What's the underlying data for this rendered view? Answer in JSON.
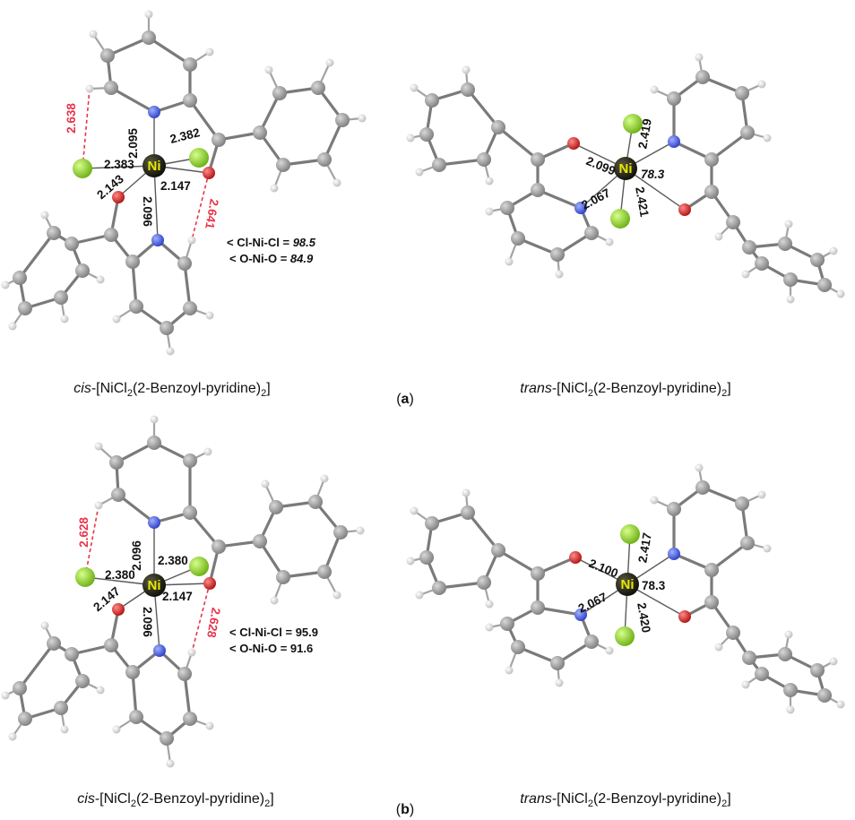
{
  "panels": [
    {
      "panel_label": "a",
      "cis": {
        "caption_prefix": "cis",
        "caption_rest": "-[NiCl",
        "caption_sub1": "2",
        "caption_mid": "(2-Benzoyl-pyridine)",
        "caption_sub2": "2",
        "caption_end": "]",
        "metal_label": "Ni",
        "bond_lengths": [
          "2.095",
          "2.382",
          "2.383",
          "2.147",
          "2.143",
          "2.096"
        ],
        "hbond_lengths": [
          "2.638",
          "2.641"
        ],
        "angle_1_label": "< Cl-Ni-Cl = ",
        "angle_1_value": "98.5",
        "angle_2_label": "< O-Ni-O = ",
        "angle_2_value": "84.9"
      },
      "trans": {
        "caption_prefix": "trans",
        "caption_rest": "-[NiCl",
        "caption_sub1": "2",
        "caption_mid": "(2-Benzoyl-pyridine)",
        "caption_sub2": "2",
        "caption_end": "]",
        "metal_label": "Ni",
        "bond_lengths": [
          "2.099",
          "2.419",
          "2.067",
          "2.421"
        ],
        "angle_value": "78.3"
      }
    },
    {
      "panel_label": "b",
      "cis": {
        "caption_prefix": "cis",
        "caption_rest": "-[NiCl",
        "caption_sub1": "2",
        "caption_mid": "(2-Benzoyl-pyridine)",
        "caption_sub2": "2",
        "caption_end": "]",
        "metal_label": "Ni",
        "bond_lengths": [
          "2.096",
          "2.380",
          "2.380",
          "2.147",
          "2.147",
          "2.096"
        ],
        "hbond_lengths": [
          "2.628",
          "2.628"
        ],
        "angle_1_label": "< Cl-Ni-Cl = ",
        "angle_1_value": "95.9",
        "angle_2_label": "< O-Ni-O = ",
        "angle_2_value": "91.6"
      },
      "trans": {
        "caption_prefix": "trans",
        "caption_rest": "-[NiCl",
        "caption_sub1": "2",
        "caption_mid": "(2-Benzoyl-pyridine)",
        "caption_sub2": "2",
        "caption_end": "]",
        "metal_label": "Ni",
        "bond_lengths": [
          "2.100",
          "2.417",
          "2.067",
          "2.420"
        ],
        "angle_value": "78.3"
      }
    }
  ],
  "atom_colors": {
    "Ni": "#1f1f14",
    "Ni_label": "#e8e800",
    "Cl": "#8fd12a",
    "O": "#d41e1e",
    "N": "#3a4fd6",
    "C": "#8c8c8c",
    "H": "#dcdcdc",
    "hbond_dash": "#e8344b"
  }
}
